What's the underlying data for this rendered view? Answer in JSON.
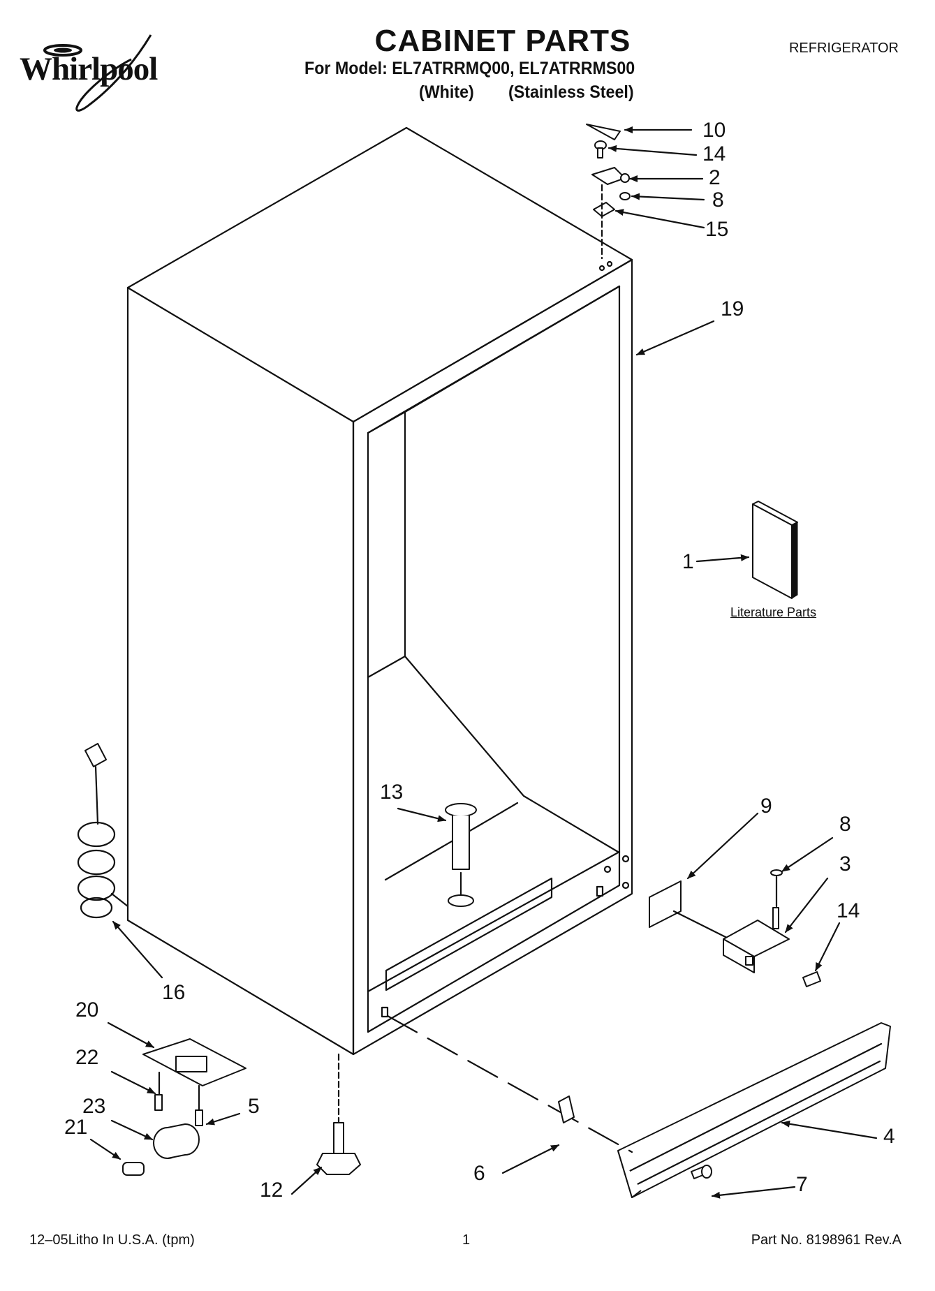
{
  "brand": {
    "name": "Whirlpool",
    "logo_icon": "whirlpool-swirl-logo"
  },
  "header": {
    "title": "CABINET PARTS",
    "model_line": "For Model: EL7ATRRMQ00, EL7ATRRMS00",
    "variant_white": "(White)",
    "variant_stainless": "(Stainless Steel)",
    "category": "REFRIGERATOR"
  },
  "callouts": {
    "c1": "1",
    "c2": "2",
    "c3": "3",
    "c4": "4",
    "c5": "5",
    "c6": "6",
    "c7": "7",
    "c8_top": "8",
    "c8_right": "8",
    "c9": "9",
    "c10": "10",
    "c12": "12",
    "c13": "13",
    "c14_top": "14",
    "c14_right": "14",
    "c15": "15",
    "c16": "16",
    "c19": "19",
    "c20": "20",
    "c21": "21",
    "c22": "22",
    "c23": "23"
  },
  "literature_label": "Literature Parts",
  "footer": {
    "litho": "12–05Litho In U.S.A. (tpm)",
    "page": "1",
    "part_no": "Part No. 8198961 Rev.A"
  },
  "colors": {
    "ink": "#111111",
    "paper": "#ffffff"
  }
}
